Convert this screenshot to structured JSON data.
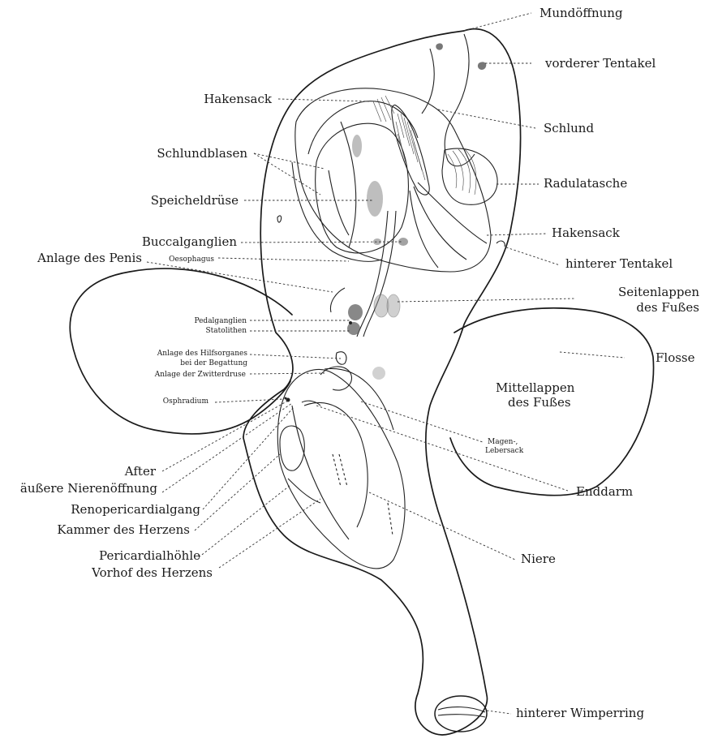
{
  "labels": {
    "mundoeffnung": "Mundöffnung",
    "vorderer_tentakel": "vorderer Tentakel",
    "hakensack_top": "Hakensack",
    "schlund": "Schlund",
    "schlundblasen": "Schlundblasen",
    "radulatasche": "Radulatasche",
    "speicheldruese": "Speicheldrüse",
    "hakensack_right": "Hakensack",
    "buccalganglien": "Buccalganglien",
    "anlage_penis": "Anlage des Penis",
    "oesophagus": "Oesophagus",
    "hinterer_tentakel": "hinterer Tentakel",
    "seitenlappen_1": "Seitenlappen",
    "seitenlappen_2": "des Fußes",
    "pedalganglien": "Pedalganglien",
    "statolithen": "Statolithen",
    "hilfsorgan_1": "Anlage des Hilfsorganes",
    "hilfsorgan_2": "bei der Begattung",
    "flosse": "Flosse",
    "zwitterdruse": "Anlage der Zwitterdruse",
    "mittellappen_1": "Mittellappen",
    "mittellappen_2": "des Fußes",
    "osphradium": "Osphradium",
    "magen_1": "Magen-,",
    "magen_2": "Lebersack",
    "after": "After",
    "nierenoeffnung": "äußere Nierenöffnung",
    "renopericardialgang": "Renopericardialgang",
    "enddarm": "Enddarm",
    "kammer": "Kammer des Herzens",
    "pericardialhoehle": "Pericardialhöhle",
    "niere": "Niere",
    "vorhof": "Vorhof des Herzens",
    "wimperring": "hinterer Wimperring"
  }
}
